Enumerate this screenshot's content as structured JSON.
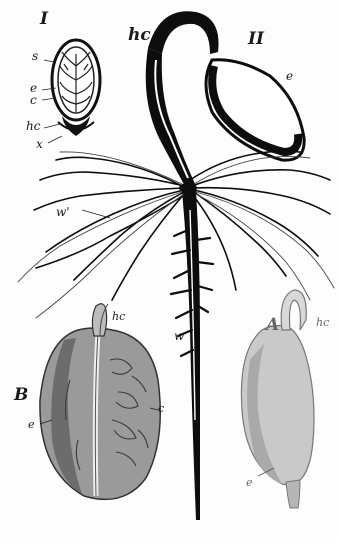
{
  "labels": {
    "fig_I": "I",
    "fig_I_s": "s",
    "fig_I_e": "e",
    "fig_I_c": "c",
    "fig_I_hc": "hc",
    "fig_I_x": "x",
    "fig_II": "II",
    "fig_II_hc": "hc",
    "fig_II_e": "e",
    "fig_II_w_prime": "w'",
    "fig_II_w": "w",
    "fig_B": "B",
    "fig_B_hc": "hc",
    "fig_B_e": "e",
    "fig_B_c": "c",
    "fig_A": "A",
    "fig_A_hc": "hc",
    "fig_A_e": "e"
  }
}
